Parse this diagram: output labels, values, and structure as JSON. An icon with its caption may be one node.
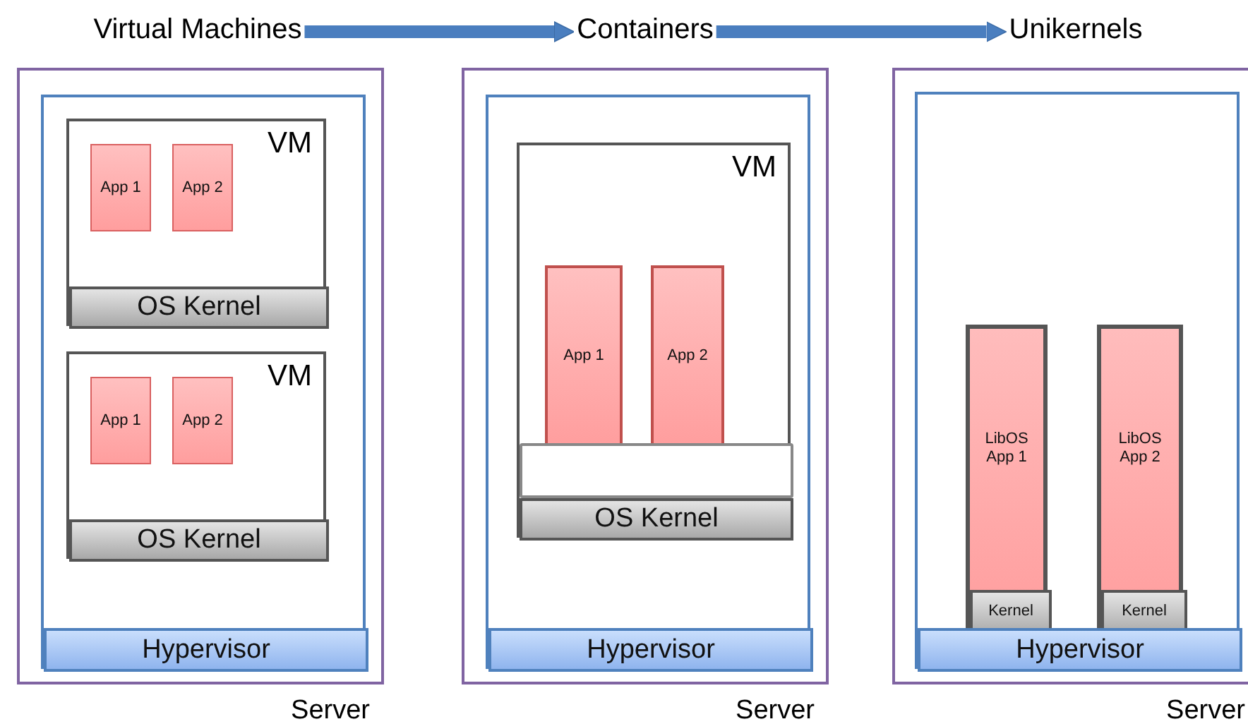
{
  "diagram": {
    "nodes": [
      {
        "text": [
          "Virtual Machines"
        ]
      },
      {
        "text": [
          "Server"
        ]
      },
      {
        "text": [],
        "shape": "box",
        "in": 1
      },
      {
        "text": [
          "VM"
        ],
        "in": 2
      },
      {
        "text": [
          "App 1"
        ],
        "in": 3
      },
      {
        "text": [
          "App 2"
        ],
        "in": 3
      },
      {
        "text": [
          "OS Kernel"
        ],
        "in": 3
      },
      {
        "text": [
          "VM"
        ],
        "in": 2
      },
      {
        "text": [
          "App 1"
        ],
        "in": 7
      },
      {
        "text": [
          "App 2"
        ],
        "in": 7
      },
      {
        "text": [
          "OS Kernel"
        ],
        "in": 7
      },
      {
        "text": [
          "Hypervisor"
        ],
        "in": 2
      },
      {
        "text": [
          "Containers"
        ]
      },
      {
        "text": [
          "Server"
        ]
      },
      {
        "text": [],
        "shape": "box",
        "in": 13
      },
      {
        "text": [
          "VM"
        ],
        "in": 14
      },
      {
        "text": [
          "App 1"
        ],
        "in": 15
      },
      {
        "text": [
          "App 2"
        ],
        "in": 15
      },
      {
        "text": [],
        "shape": "bar",
        "in": 15
      },
      {
        "text": [
          "OS Kernel"
        ],
        "in": 15
      },
      {
        "text": [
          "Hypervisor"
        ],
        "in": 14
      },
      {
        "text": [
          "Unikernels"
        ]
      },
      {
        "text": [
          "Server"
        ]
      },
      {
        "text": [],
        "shape": "box",
        "in": 22
      },
      {
        "text": [
          "LibOS App 1"
        ],
        "in": 23
      },
      {
        "text": [
          "Kernel"
        ],
        "in": 24
      },
      {
        "text": [
          "LibOS App 2"
        ],
        "in": 23
      },
      {
        "text": [
          "Kernel"
        ],
        "in": 26
      },
      {
        "text": [
          "Hypervisor"
        ],
        "in": 23
      }
    ],
    "edges": [
      {
        "from": 0,
        "to": 12,
        "arrow": "to"
      },
      {
        "from": 12,
        "to": 21,
        "arrow": "to"
      }
    ]
  }
}
